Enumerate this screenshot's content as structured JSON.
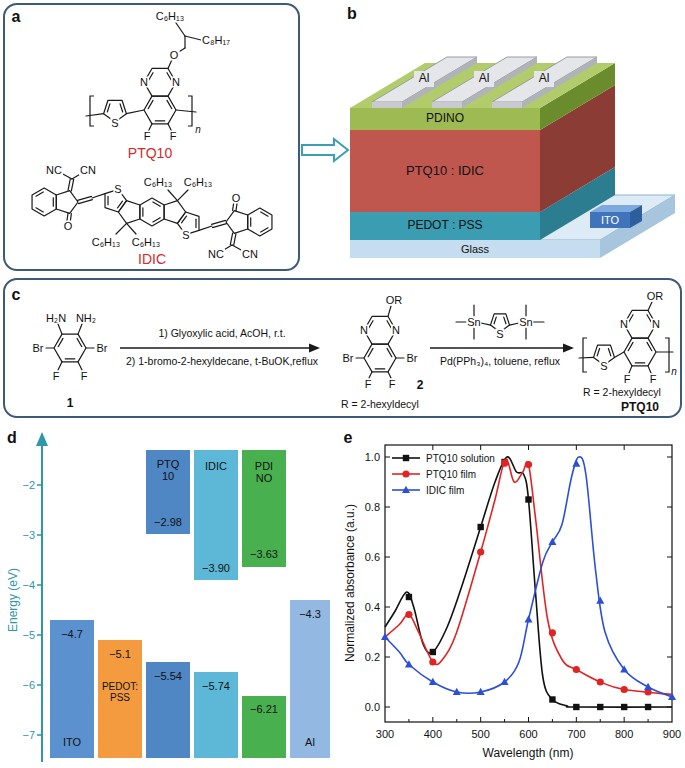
{
  "diagram": {
    "nodes": [
      {
        "text": [
          "PTQ10",
          "IDIC"
        ]
      },
      {
        "text": [
          "Al"
        ]
      },
      {
        "text": [
          "Al"
        ]
      },
      {
        "text": [
          "Al"
        ]
      },
      {
        "text": [
          "PDINO"
        ]
      },
      {
        "text": [
          "PTQ10 : IDIC"
        ]
      },
      {
        "text": [
          "ITO"
        ]
      },
      {
        "text": [
          "PEDOT : PSS"
        ]
      },
      {
        "text": [
          "Glass"
        ]
      },
      {
        "text": [
          "1",
          "1) Glyoxylic acid, AcOH, r.t.",
          "2) 1-bromo-2-hexyldecane, t-BuOK,reflux",
          "2",
          "R = 2-hexyldecyl",
          "Pd(PPh₃)₄, toluene, reflux",
          "R = 2-hexyldecyl",
          "PTQ10"
        ]
      },
      {
        "text": [
          "PTQ 10",
          "−2.98"
        ]
      },
      {
        "text": [
          "IDIC",
          "−3.90"
        ]
      },
      {
        "text": [
          "PDI NO",
          "−3.63"
        ]
      },
      {
        "text": [
          "−4.7",
          "ITO"
        ]
      },
      {
        "text": [
          "−5.1",
          "PEDOT: PSS"
        ]
      },
      {
        "text": [
          "−5.54"
        ]
      },
      {
        "text": [
          "−5.74"
        ]
      },
      {
        "text": [
          "−6.21"
        ]
      },
      {
        "text": [
          "−4.3",
          "Al"
        ]
      }
    ],
    "edges": [
      {
        "from": 0,
        "to": 5,
        "arrow": "to"
      }
    ],
    "labels": [
      "a",
      "b",
      "c",
      "d",
      "e",
      "C₆H₁₃",
      "C₈H₁₇",
      "O",
      "N",
      "N",
      "S",
      "F",
      "F",
      "n",
      "NC",
      "CN",
      "C₆H₁₃",
      "C₆H₁₃",
      "S",
      "O",
      "O",
      "S",
      "C₆H₁₃",
      "C₆H₁₃",
      "NC",
      "CN",
      "H₂N",
      "NH₂",
      "Br",
      "Br",
      "F",
      "F",
      "OR",
      "N",
      "N",
      "Br",
      "Br",
      "F",
      "F",
      "Sn",
      "S",
      "Sn",
      "OR",
      "N",
      "N",
      "S",
      "F",
      "F",
      "n",
      "Energy (eV)",
      "−2",
      "−3",
      "−4",
      "−5",
      "−6",
      "−7",
      "1.0",
      "0.8",
      "0.6",
      "0.4",
      "0.2",
      "0.0",
      "300",
      "400",
      "500",
      "600",
      "700",
      "800",
      "900",
      "Normalized absorbance (a.u.)",
      "Wavelength (nm)"
    ],
    "legend": [
      {
        "text": "PTQ10 solution"
      },
      {
        "text": "PTQ10 film"
      },
      {
        "text": "IDIC film"
      }
    ]
  }
}
